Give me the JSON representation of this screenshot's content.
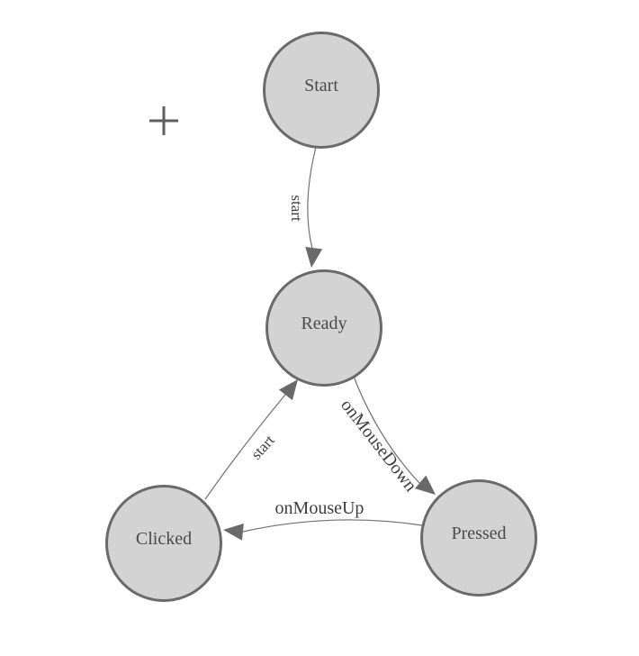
{
  "palette": {
    "background": "#ffffff",
    "node_fill": "#d3d3d3",
    "node_border": "#6a6a6a",
    "edge_line": "#707070",
    "arrow_fill": "#696969",
    "node_label_color": "#4a4a4a",
    "edge_label_color": "#3e3e3e",
    "crosshair_color": "#5f5f5f"
  },
  "diagram": {
    "type": "state-diagram",
    "nodes": [
      {
        "id": "start",
        "label": "Start"
      },
      {
        "id": "ready",
        "label": "Ready"
      },
      {
        "id": "clicked",
        "label": "Clicked"
      },
      {
        "id": "pressed",
        "label": "Pressed"
      }
    ],
    "edges": [
      {
        "id": "start-to-ready",
        "from": "Start",
        "to": "Ready",
        "label": "start"
      },
      {
        "id": "ready-to-pressed",
        "from": "Ready",
        "to": "Pressed",
        "label": "onMouseDown"
      },
      {
        "id": "pressed-to-clicked",
        "from": "Pressed",
        "to": "Clicked",
        "label": "onMouseUp"
      },
      {
        "id": "clicked-to-ready",
        "from": "Clicked",
        "to": "Ready",
        "label": "start"
      }
    ]
  }
}
